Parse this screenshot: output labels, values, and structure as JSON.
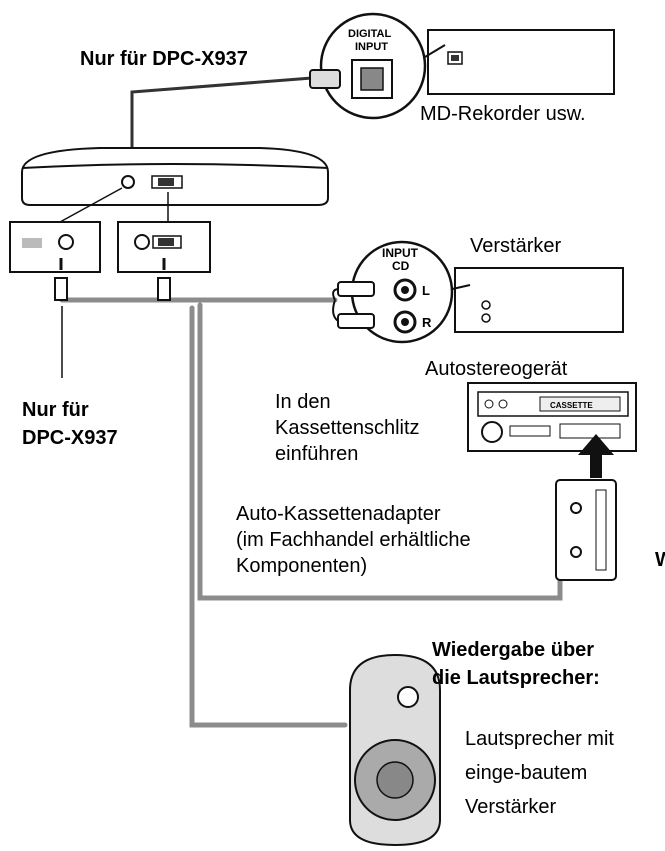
{
  "labels": {
    "nur_fuer_top": "Nur für DPC-X937",
    "digital_input": [
      "DIGITAL",
      "INPUT"
    ],
    "md_recorder": "MD-Rekorder usw.",
    "amplifier": "Verstärker",
    "input_cd": [
      "INPUT",
      "CD"
    ],
    "channel_l": "L",
    "channel_r": "R",
    "car_stereo": "Autostereogerät",
    "cassette_label": "CASSETTE",
    "nur_fuer_left": [
      "Nur für",
      "DPC-X937"
    ],
    "insert_slot": [
      "In den",
      "Kassettenschlitz",
      "einführen"
    ],
    "cassette_adapter": [
      "Auto-Kassettenadapter",
      "(im Fachhandel erhältliche",
      "Komponenten)"
    ],
    "cut_letter": "W",
    "speaker_heading": [
      "Wiedergabe über",
      "die Lautsprecher:"
    ],
    "speaker_desc": [
      "Lautsprecher mit",
      "einge-bautem",
      "Verstärker"
    ]
  }
}
